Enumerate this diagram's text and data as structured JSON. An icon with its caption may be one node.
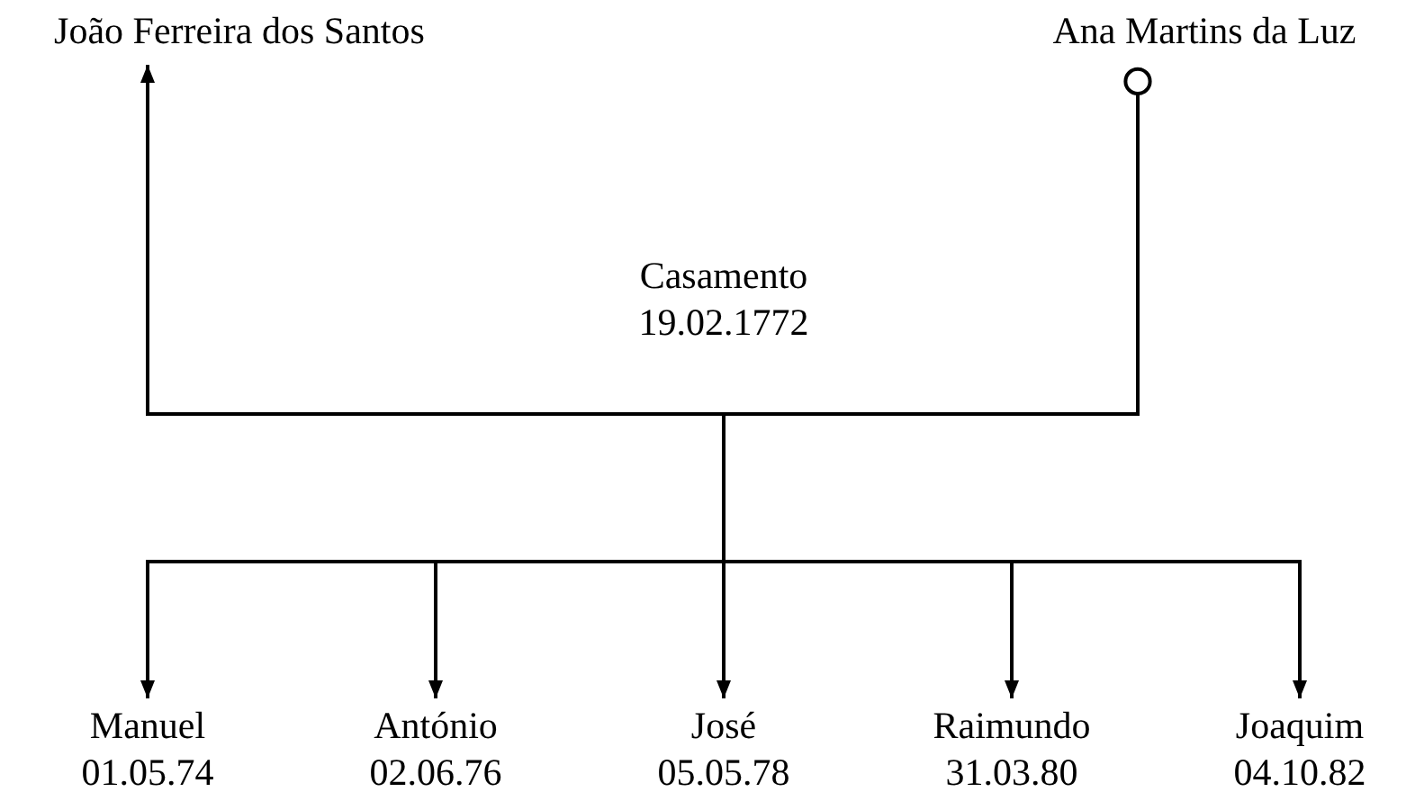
{
  "diagram": {
    "nodes": [
      {
        "text": [
          "João Ferreira dos Santos"
        ]
      },
      {
        "text": [
          "Ana Martins da Luz"
        ]
      },
      {
        "text": [
          "Casamento",
          "19.02.1772"
        ]
      },
      {
        "text": [
          "Manuel",
          "01.05.74"
        ]
      },
      {
        "text": [
          "António",
          "02.06.76"
        ]
      },
      {
        "text": [
          "José",
          "05.05.78"
        ]
      },
      {
        "text": [
          "Raimundo",
          "31.03.80"
        ]
      },
      {
        "text": [
          "Joaquim",
          "04.10.82"
        ]
      }
    ],
    "edges": [
      {
        "from": 2,
        "to": 0,
        "arrow": "to"
      },
      {
        "from": 2,
        "to": 1,
        "arrow": "other"
      },
      {
        "from": 2,
        "to": 3,
        "arrow": "to"
      },
      {
        "from": 2,
        "to": 4,
        "arrow": "to"
      },
      {
        "from": 2,
        "to": 5,
        "arrow": "to"
      },
      {
        "from": 2,
        "to": 6,
        "arrow": "to"
      },
      {
        "from": 2,
        "to": 7,
        "arrow": "to"
      }
    ]
  }
}
